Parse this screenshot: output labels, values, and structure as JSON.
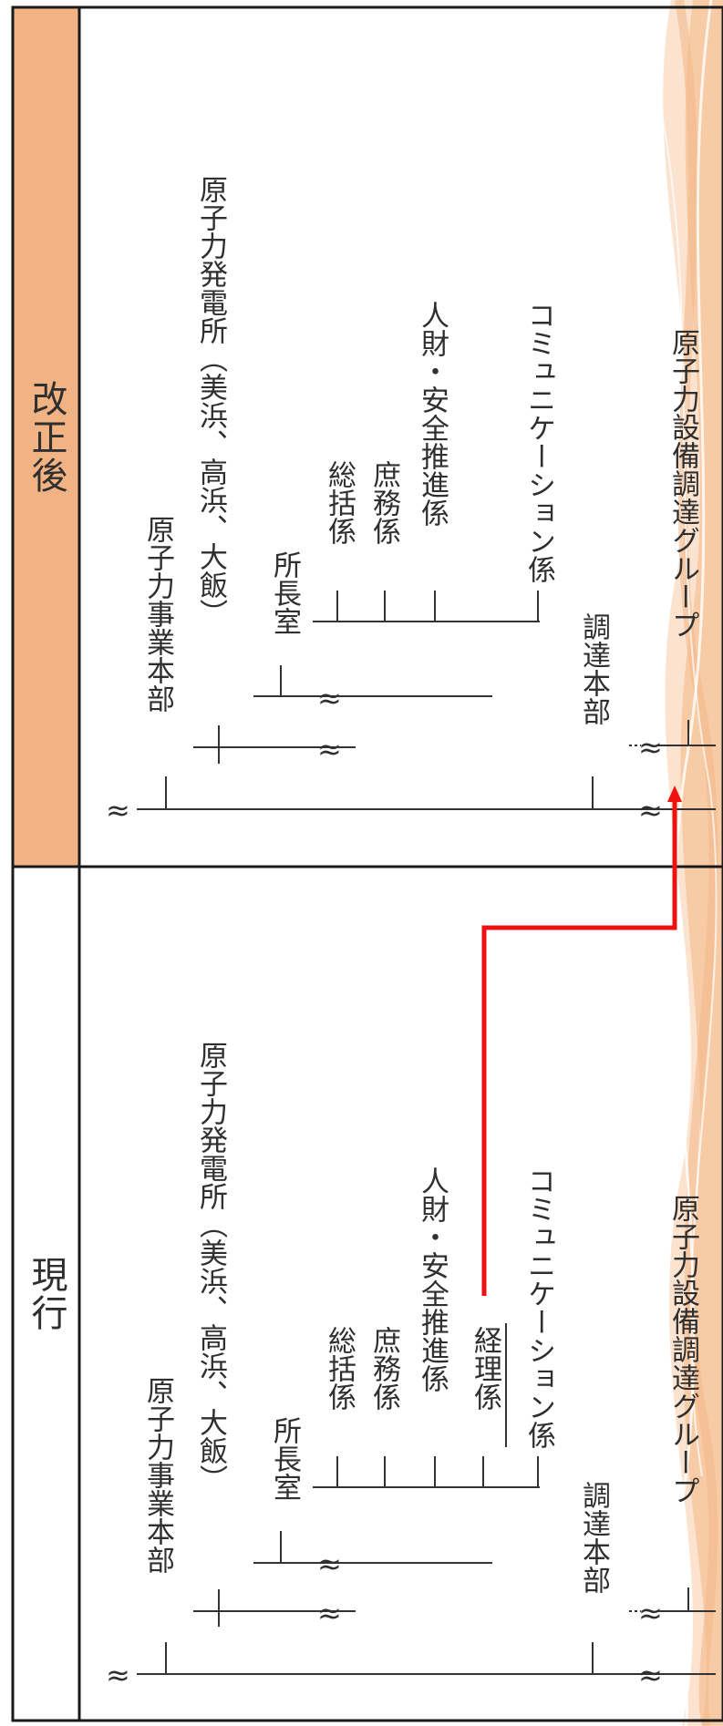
{
  "current": {
    "header": "現行",
    "nuclear_hq": "原子力事業本部",
    "power_plant": "原子力発電所（美浜、高浜、大飯）",
    "director_office": "所長室",
    "sections": [
      "総括係",
      "庶務係",
      "人財・安全推進係",
      "経理係",
      "コミュニケーション係"
    ],
    "procurement_hq": "調達本部",
    "procurement_group": "原子力設備調達グループ"
  },
  "revised": {
    "header": "改正後",
    "nuclear_hq": "原子力事業本部",
    "power_plant": "原子力発電所（美浜、高浜、大飯）",
    "director_office": "所長室",
    "sections": [
      "総括係",
      "庶務係",
      "人財・安全推進係",
      "コミュニケーション係"
    ],
    "procurement_hq": "調達本部",
    "procurement_group": "原子力設備調達グループ"
  },
  "symbols": {
    "omission": "≈"
  },
  "colors": {
    "header_revised_bg": "#f2b384",
    "line": "#333333",
    "arrow": "#ee1111",
    "decoration": "#f6c9a3"
  }
}
